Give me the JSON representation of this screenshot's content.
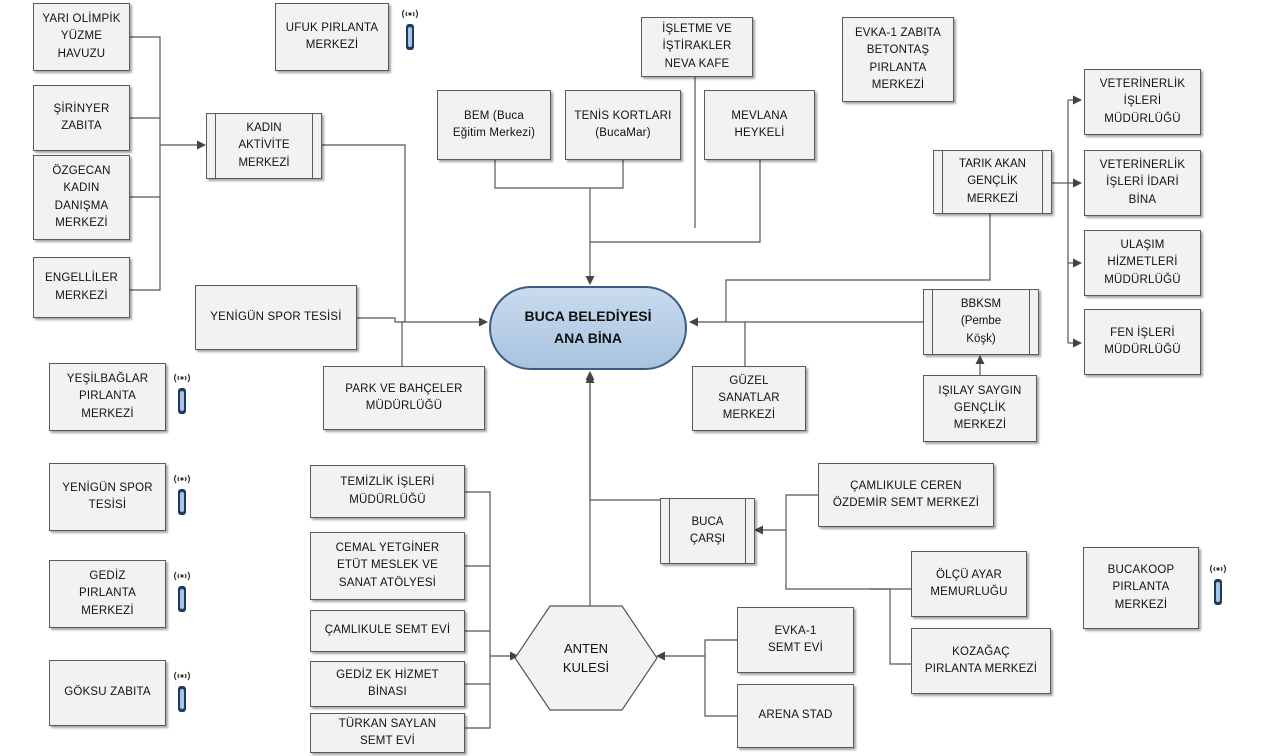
{
  "center": {
    "label": "BUCA BELEDİYESİ\nANA BİNA"
  },
  "nodes": {
    "yari_olimpik": "YARI OLİMPİK\nYÜZME\nHAVUZU",
    "sirinyer": "ŞİRİNYER\nZABITA",
    "ozgecan": "ÖZGECAN\nKADIN\nDANIŞMA\nMERKEZİ",
    "engelliler": "ENGELLİLER\nMERKEZİ",
    "kadin_aktivite": "KADIN\nAKTİVİTE\nMERKEZİ",
    "ufuk": "UFUK PIRLANTA\nMERKEZİ",
    "bem": "BEM (Buca\nEğitim Merkezi)",
    "tenis": "TENİS KORTLARI\n(BucaMar)",
    "isletme": "İŞLETME VE\nİŞTİRAKLER\nNEVA KAFE",
    "mevlana": "MEVLANA\nHEYKELİ",
    "evka1_zabita": "EVKA-1 ZABITA\nBETONTAŞ\nPIRLANTA\nMERKEZİ",
    "tarik_akan": "TARIK AKAN\nGENÇLİK\nMERKEZİ",
    "vet_isleri": "VETERİNERLİK\nİŞLERİ\nMÜDÜRLÜĞÜ",
    "vet_idari": "VETERİNERLİK\nİŞLERİ İDARİ\nBİNA",
    "ulasim": "ULAŞIM\nHİZMETLERİ\nMÜDÜRLÜĞÜ",
    "fen": "FEN İŞLERİ\nMÜDÜRLÜĞÜ",
    "yenigun_spor_tesisi": "YENİGÜN SPOR TESİSİ",
    "park": "PARK VE BAHÇELER\nMÜDÜRLÜĞÜ",
    "bbksm": "BBKSM\n(Pembe\nKöşk)",
    "guzel": "GÜZEL\nSANATLAR\nMERKEZİ",
    "isilay": "IŞILAY SAYGIN\nGENÇLİK\nMERKEZİ",
    "yesilbaglar": "YEŞİLBAĞLAR\nPIRLANTA\nMERKEZİ",
    "yenigun_spor": "YENİGÜN SPOR\nTESİSİ",
    "gediz_pirlanta": "GEDİZ\nPIRLANTA\nMERKEZİ",
    "goksu": "GÖKSU ZABITA",
    "temizlik": "TEMİZLİK İŞLERİ\nMÜDÜRLÜĞÜ",
    "cemal": "CEMAL YETGİNER\nETÜT MESLEK VE\nSANAT ATÖLYESİ",
    "camlikule_semt": "ÇAMLIKULE SEMT EVİ",
    "gediz_ek": "GEDİZ EK HİZMET\nBİNASI",
    "turkan": "TÜRKAN SAYLAN\nSEMT EVİ",
    "anten": "ANTEN\nKULESİ",
    "buca_carsi": "BUCA\nÇARŞI",
    "camlikule_ceren": "ÇAMLIKULE CEREN\nÖZDEMİR SEMT MERKEZİ",
    "olcu_ayar": "ÖLÇÜ AYAR\nMEMURLUĞU",
    "kozagac": "KOZAĞAÇ\nPIRLANTA MERKEZİ",
    "evka1_semt": "EVKA-1\nSEMT EVİ",
    "arena": "ARENA STAD",
    "bucakoop": "BUCAKOOP\nPIRLANTA\nMERKEZİ"
  },
  "icons": {
    "antenna": "antenna-tower-icon"
  },
  "colors": {
    "center_fill": "#b4cce6",
    "center_border": "#3d5a80",
    "box_fill": "#f2f2f2",
    "line": "#4a4a4a"
  }
}
